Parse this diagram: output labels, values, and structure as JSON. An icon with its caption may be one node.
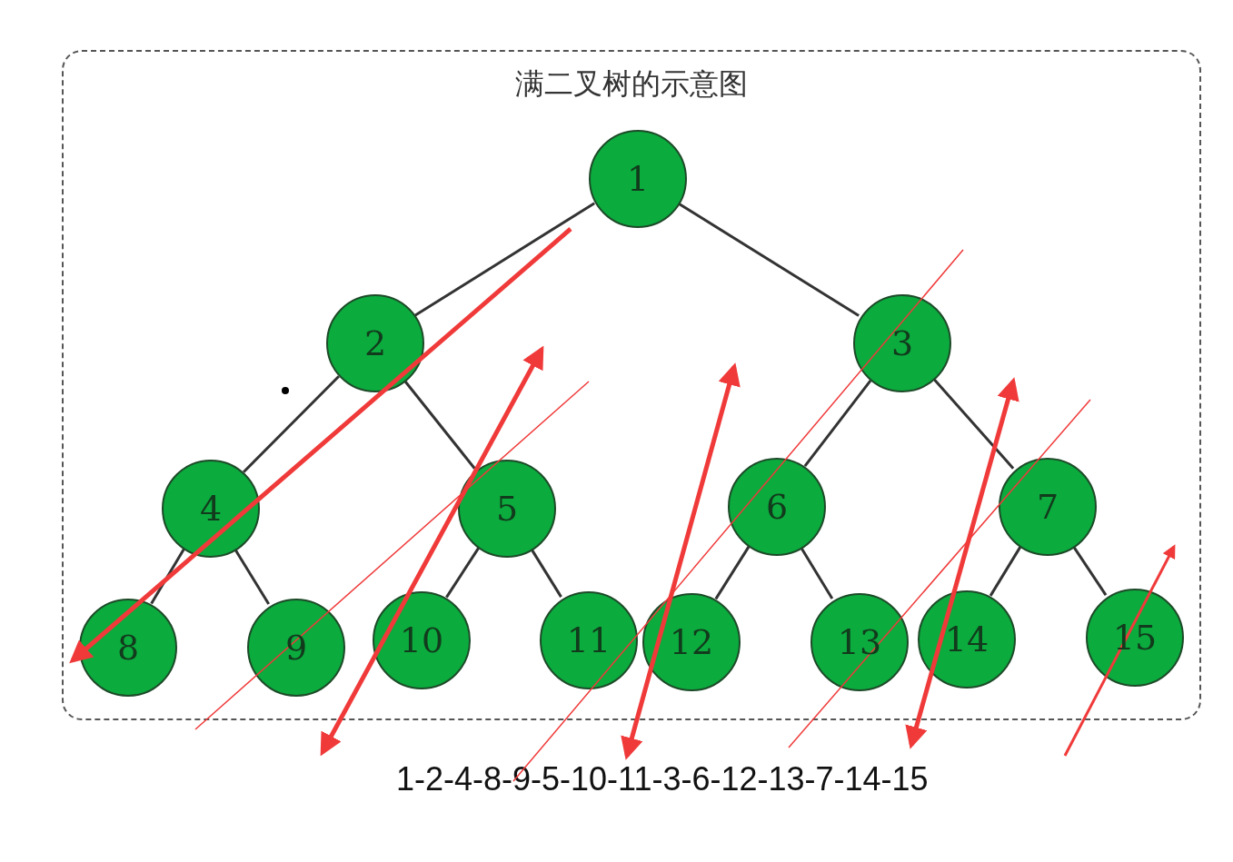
{
  "diagram": {
    "title": "满二叉树的示意图",
    "nodes": [
      {
        "text": [],
        "shape": "box"
      },
      {
        "text": [
          "1"
        ],
        "in": 0
      },
      {
        "text": [
          "2"
        ],
        "in": 0
      },
      {
        "text": [
          "3"
        ],
        "in": 0
      },
      {
        "text": [
          "4"
        ],
        "in": 0
      },
      {
        "text": [
          "5"
        ],
        "in": 0
      },
      {
        "text": [
          "6"
        ],
        "in": 0
      },
      {
        "text": [
          "7"
        ],
        "in": 0
      },
      {
        "text": [
          "8"
        ],
        "in": 0
      },
      {
        "text": [
          "9"
        ],
        "in": 0
      },
      {
        "text": [
          "10"
        ],
        "in": 0
      },
      {
        "text": [
          "11"
        ],
        "in": 0
      },
      {
        "text": [
          "12"
        ],
        "in": 0
      },
      {
        "text": [
          "13"
        ],
        "in": 0
      },
      {
        "text": [
          "14"
        ],
        "in": 0
      },
      {
        "text": [
          "15"
        ],
        "in": 0
      }
    ],
    "edges": [
      {
        "from": 1,
        "to": 2,
        "arrow": "none"
      },
      {
        "from": 1,
        "to": 3,
        "arrow": "none"
      },
      {
        "from": 2,
        "to": 4,
        "arrow": "none"
      },
      {
        "from": 2,
        "to": 5,
        "arrow": "none"
      },
      {
        "from": 3,
        "to": 6,
        "arrow": "none"
      },
      {
        "from": 3,
        "to": 7,
        "arrow": "none"
      },
      {
        "from": 4,
        "to": 8,
        "arrow": "none"
      },
      {
        "from": 4,
        "to": 9,
        "arrow": "none"
      },
      {
        "from": 5,
        "to": 10,
        "arrow": "none"
      },
      {
        "from": 5,
        "to": 11,
        "arrow": "none"
      },
      {
        "from": 6,
        "to": 12,
        "arrow": "none"
      },
      {
        "from": 6,
        "to": 13,
        "arrow": "none"
      },
      {
        "from": 7,
        "to": 14,
        "arrow": "none"
      },
      {
        "from": 7,
        "to": 15,
        "arrow": "none"
      }
    ],
    "labels": [
      "1-2-4-8-9-5-10-11-3-6-12-13-7-14-15"
    ]
  }
}
